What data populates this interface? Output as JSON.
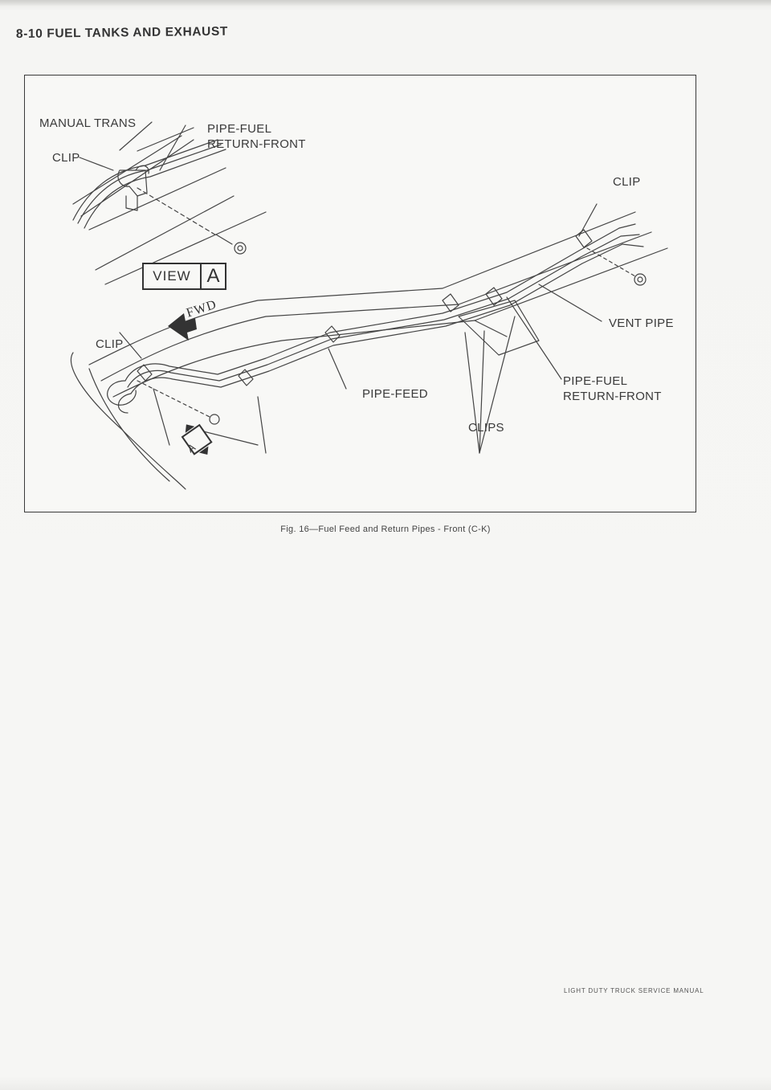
{
  "header": {
    "title": "8-10 FUEL TANKS AND EXHAUST"
  },
  "figure": {
    "labels": {
      "manual_trans": "MANUAL TRANS",
      "clip_top_left": "CLIP",
      "pipe_fuel_top_line1": "PIPE-FUEL",
      "pipe_fuel_top_line2": "RETURN-FRONT",
      "clip_top_right": "CLIP",
      "vent_pipe": "VENT PIPE",
      "clip_left": "CLIP",
      "pipe_feed": "PIPE-FEED",
      "pipe_fuel_bottom_line1": "PIPE-FUEL",
      "pipe_fuel_bottom_line2": "RETURN-FRONT",
      "clips": "CLIPS",
      "fwd": "FWD",
      "view_word": "VIEW",
      "view_letter": "A",
      "view_marker_letter": "A"
    },
    "caption": "Fig. 16—Fuel Feed and Return Pipes - Front (C-K)"
  },
  "footer": {
    "text": "LIGHT DUTY TRUCK SERVICE MANUAL"
  }
}
